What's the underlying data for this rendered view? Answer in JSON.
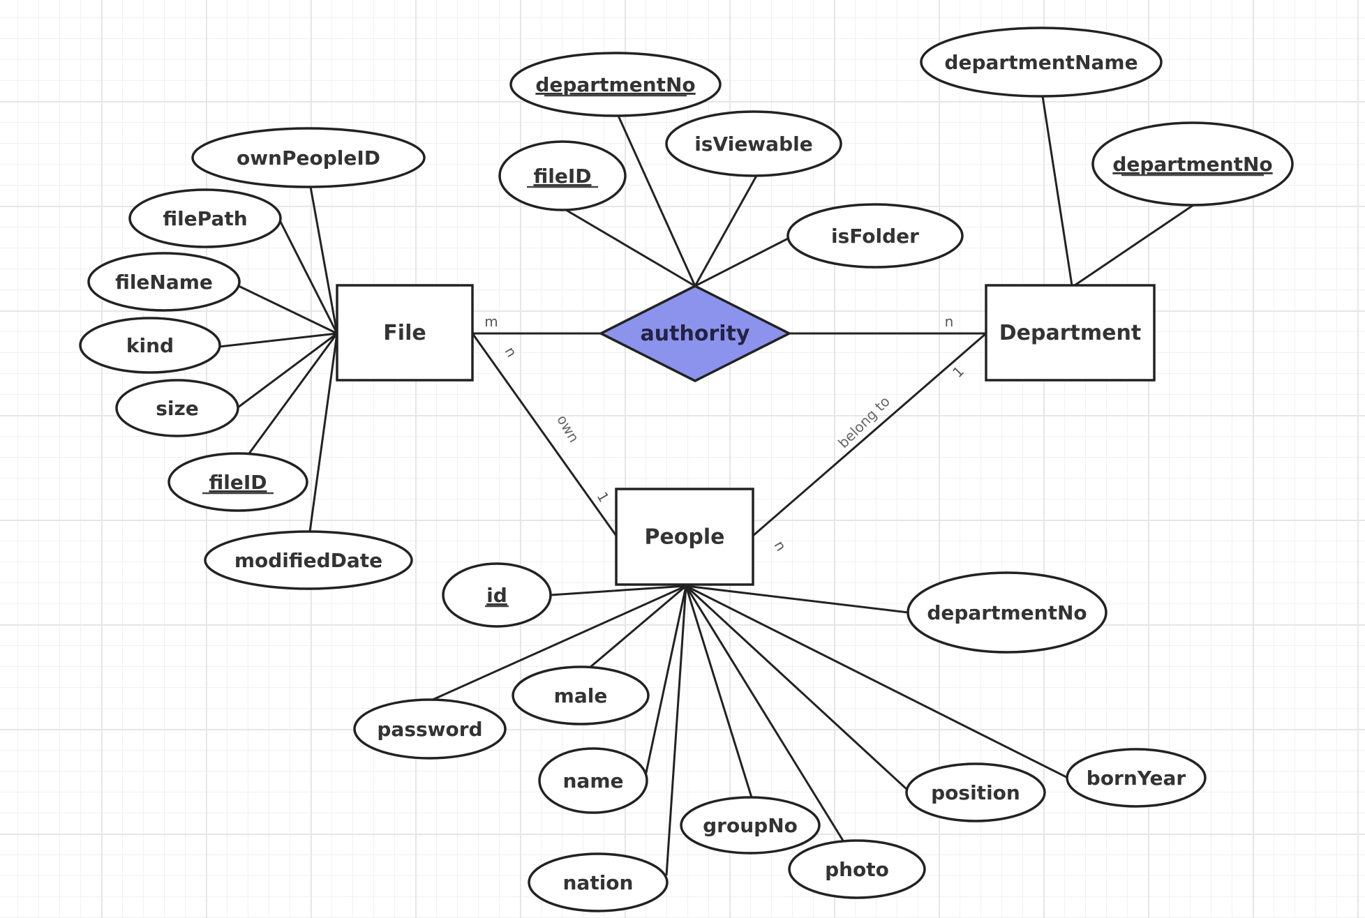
{
  "diagram": {
    "type": "entity-relationship",
    "colors": {
      "relationship_fill": "#8c93ec",
      "stroke": "#222222",
      "entity_fill": "#ffffff",
      "grid_minor": "#f0f0f0",
      "grid_major": "#e6e6e6"
    },
    "entities": [
      {
        "id": "file",
        "label": "File"
      },
      {
        "id": "department",
        "label": "Department"
      },
      {
        "id": "people",
        "label": "People"
      }
    ],
    "relationships": [
      {
        "id": "authority",
        "label": "authority",
        "shape": "diamond"
      }
    ],
    "attributes": [
      {
        "id": "file-ownPeopleID",
        "owner": "file",
        "label": "ownPeopleID",
        "key": false
      },
      {
        "id": "file-filePath",
        "owner": "file",
        "label": "filePath",
        "key": false
      },
      {
        "id": "file-fileName",
        "owner": "file",
        "label": "fileName",
        "key": false
      },
      {
        "id": "file-kind",
        "owner": "file",
        "label": "kind",
        "key": false
      },
      {
        "id": "file-size",
        "owner": "file",
        "label": "size",
        "key": false
      },
      {
        "id": "file-fileID",
        "owner": "file",
        "label": "fileID",
        "key": true
      },
      {
        "id": "file-modifiedDate",
        "owner": "file",
        "label": "modifiedDate",
        "key": false
      },
      {
        "id": "auth-departmentNo",
        "owner": "authority",
        "label": "departmentNo",
        "key": true
      },
      {
        "id": "auth-fileID",
        "owner": "authority",
        "label": "fileID",
        "key": true
      },
      {
        "id": "auth-isViewable",
        "owner": "authority",
        "label": "isViewable",
        "key": false
      },
      {
        "id": "auth-isFolder",
        "owner": "authority",
        "label": "isFolder",
        "key": false
      },
      {
        "id": "dept-departmentName",
        "owner": "department",
        "label": "departmentName",
        "key": false
      },
      {
        "id": "dept-departmentNo",
        "owner": "department",
        "label": "departmentNo",
        "key": true
      },
      {
        "id": "people-id",
        "owner": "people",
        "label": "id",
        "key": true
      },
      {
        "id": "people-departmentNo",
        "owner": "people",
        "label": "departmentNo",
        "key": false
      },
      {
        "id": "people-password",
        "owner": "people",
        "label": "password",
        "key": false
      },
      {
        "id": "people-male",
        "owner": "people",
        "label": "male",
        "key": false
      },
      {
        "id": "people-name",
        "owner": "people",
        "label": "name",
        "key": false
      },
      {
        "id": "people-nation",
        "owner": "people",
        "label": "nation",
        "key": false
      },
      {
        "id": "people-groupNo",
        "owner": "people",
        "label": "groupNo",
        "key": false
      },
      {
        "id": "people-photo",
        "owner": "people",
        "label": "photo",
        "key": false
      },
      {
        "id": "people-position",
        "owner": "people",
        "label": "position",
        "key": false
      },
      {
        "id": "people-bornYear",
        "owner": "people",
        "label": "bornYear",
        "key": false
      }
    ],
    "links": [
      {
        "id": "file-authority",
        "from": "file",
        "to": "authority",
        "label": "",
        "from_card": "m",
        "to_card": ""
      },
      {
        "id": "authority-department",
        "from": "authority",
        "to": "department",
        "label": "",
        "from_card": "",
        "to_card": "n"
      },
      {
        "id": "file-people-own",
        "from": "file",
        "to": "people",
        "label": "own",
        "from_card": "n",
        "to_card": "1"
      },
      {
        "id": "people-department-belong",
        "from": "people",
        "to": "department",
        "label": "belong to",
        "from_card": "n",
        "to_card": "1"
      }
    ]
  }
}
